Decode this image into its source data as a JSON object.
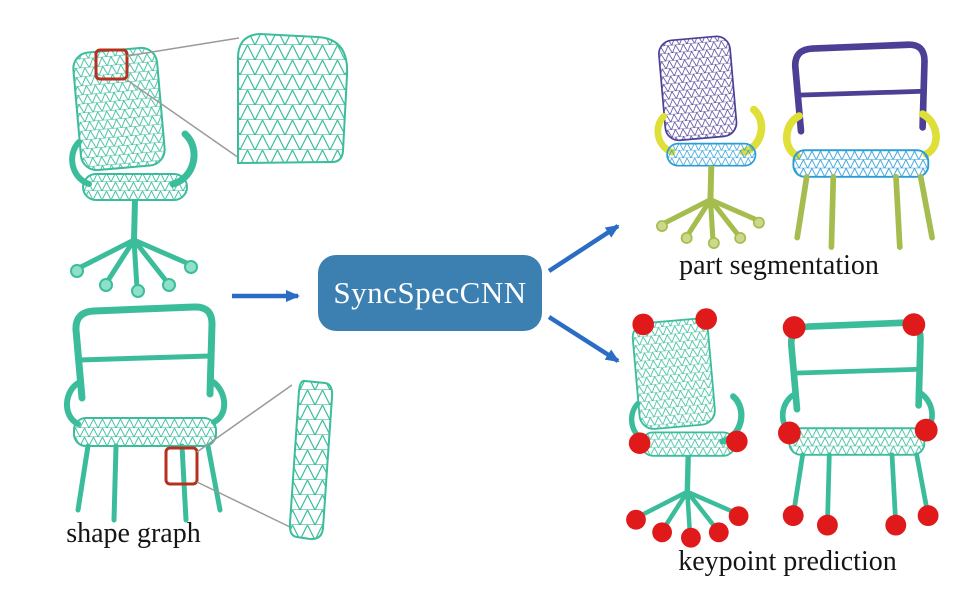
{
  "labels": {
    "shape_graph": "shape graph",
    "part_segmentation": "part segmentation",
    "keypoint_prediction": "keypoint prediction"
  },
  "process_box": {
    "label": "SyncSpecCNN"
  },
  "figures": {
    "left": [
      "office-chair-shape-graph",
      "armchair-shape-graph",
      "mesh-zoom-inset-backrest",
      "mesh-zoom-inset-leg"
    ],
    "right_top": [
      "office-chair-part-segmentation",
      "armchair-part-segmentation"
    ],
    "right_bottom": [
      "office-chair-keypoints",
      "armchair-keypoints"
    ]
  },
  "colors": {
    "mesh-teal": "#3bbd9c",
    "part-back-purple": "#4b3f96",
    "part-seat-blue": "#2b9cd8",
    "part-arm-yellow": "#dfdf3a",
    "part-leg-green": "#a4bd4e",
    "keypoint-red": "#e01a1a",
    "highlight-box-red": "#b5301f",
    "arrow-blue": "#2b6cc4",
    "box-blue": "#3c7fb1",
    "text-black": "#151515"
  }
}
